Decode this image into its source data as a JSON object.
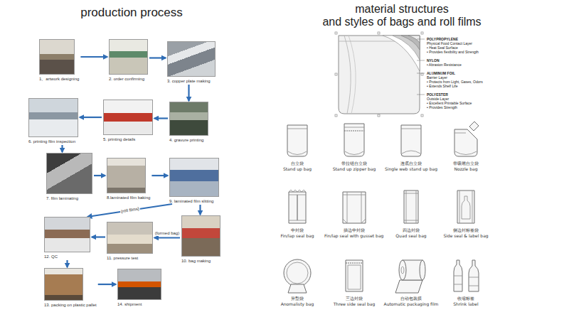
{
  "diagram": {
    "title": "production process",
    "nodes": [
      {
        "text": [
          "1、artwork designing"
        ]
      },
      {
        "text": [
          "2. order confirming"
        ]
      },
      {
        "text": [
          "3. copper plate making"
        ]
      },
      {
        "text": [
          "4. gravure printing"
        ]
      },
      {
        "text": [
          "5. printing details"
        ]
      },
      {
        "text": [
          "6. printing film inspection"
        ]
      },
      {
        "text": [
          "7. film laminating"
        ]
      },
      {
        "text": [
          "8.laminated film baking"
        ]
      },
      {
        "text": [
          "9. laminated film slitting"
        ]
      },
      {
        "text": [
          "10. bag making"
        ]
      },
      {
        "text": [
          "11. pressure test"
        ]
      },
      {
        "text": [
          "12. QC"
        ]
      },
      {
        "text": [
          "13. packing on plastic pallet"
        ]
      },
      {
        "text": [
          "14. shipment"
        ]
      },
      {
        "text": [
          "自立袋",
          "Stand up bag"
        ]
      },
      {
        "text": [
          "带拉链自立袋",
          "Stand up zipper bag"
        ]
      },
      {
        "text": [
          "连底自立袋",
          "Single web stand up bag"
        ]
      },
      {
        "text": [
          "带吸嘴自立袋",
          "Nozzle bag"
        ]
      },
      {
        "text": [
          "中封袋",
          "Fin/lap seal bag"
        ]
      },
      {
        "text": [
          "插边中封袋",
          "Fin/lap seal with gusset bag"
        ]
      },
      {
        "text": [
          "四边封袋",
          "Quad seal bag"
        ]
      },
      {
        "text": [
          "侧边封标签袋",
          "Side seal & label bag"
        ]
      },
      {
        "text": [
          "异型袋",
          "Anomalisty bag"
        ]
      },
      {
        "text": [
          "三边封袋",
          "Three side seal bag"
        ]
      },
      {
        "text": [
          "自动包装膜",
          "Automatic packaging film"
        ]
      },
      {
        "text": [
          "收缩标签",
          "Shrink label"
        ]
      }
    ],
    "edges": [
      {
        "from": 0,
        "to": 1,
        "arrow": "to"
      },
      {
        "from": 1,
        "to": 2,
        "arrow": "to"
      },
      {
        "from": 2,
        "to": 3,
        "arrow": "to"
      },
      {
        "from": 3,
        "to": 4,
        "arrow": "to"
      },
      {
        "from": 4,
        "to": 5,
        "arrow": "to"
      },
      {
        "from": 5,
        "to": 6,
        "arrow": "to"
      },
      {
        "from": 6,
        "to": 7,
        "arrow": "to"
      },
      {
        "from": 7,
        "to": 8,
        "arrow": "to"
      },
      {
        "from": 8,
        "to": 9,
        "arrow": "to"
      },
      {
        "from": 8,
        "to": 11,
        "label": "(roll films)",
        "arrow": "to"
      },
      {
        "from": 9,
        "to": 10,
        "label": "(formed bag)",
        "arrow": "to"
      },
      {
        "from": 10,
        "to": 11,
        "arrow": "to"
      },
      {
        "from": 11,
        "to": 12,
        "arrow": "to"
      },
      {
        "from": 12,
        "to": 13,
        "arrow": "to"
      }
    ],
    "labels": [
      "material structures",
      "and styles of bags and roll films",
      "POLYPROPYLENE",
      "Physical Food Contact Layer",
      "• Heat Seal Surface",
      "• Provides flexibility and Strength",
      "NYLON",
      "• Abrasion Resistance",
      "ALUMINUM FOIL",
      "Barrier Layer",
      "• Protects from Light, Gases, Odors",
      "• Extends Shelf Life",
      "POLYESTER",
      "Outside Layer",
      "• Excellent Printable Surface",
      "• Provides Strength"
    ]
  }
}
